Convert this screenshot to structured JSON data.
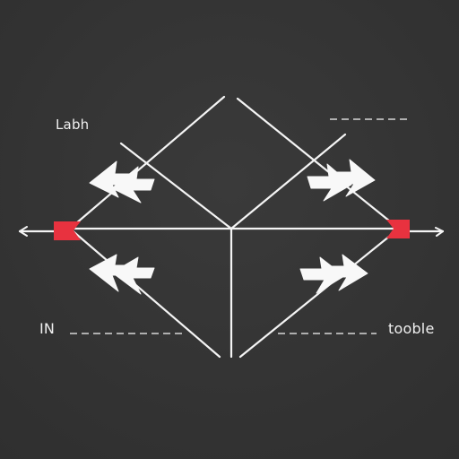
{
  "labels": {
    "top_left": "Labh",
    "bottom_left": "IN",
    "bottom_right": "tooble"
  },
  "colors": {
    "background": "#353535",
    "line": "#f4f4f4",
    "arrowhead": "#f4f4f4",
    "accent": "#e8323f"
  },
  "icons": {
    "chevron": "double-chevron-icon",
    "marker": "red-arrow-marker-icon"
  }
}
